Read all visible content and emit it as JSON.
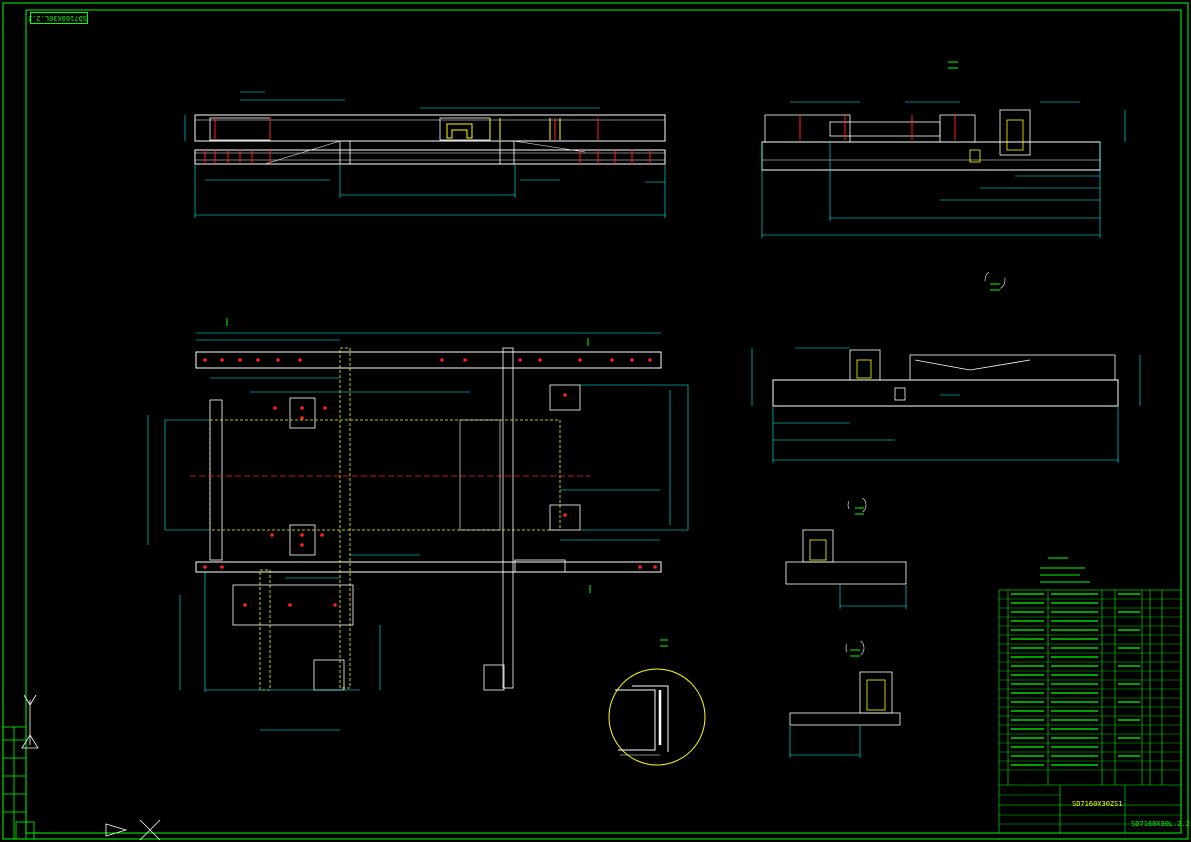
{
  "drawing": {
    "stamp_text": "SD7160X30L.2.2",
    "title_block_number": "SD7160X30L.2.2",
    "title_block_model": "SD7160X30ZS1"
  },
  "palette": {
    "background": "#000000",
    "frame": "#00ff00",
    "dimension": "#00ffff",
    "part": "#ffffff",
    "weld": "#ffff00",
    "hole": "#ff2020"
  }
}
